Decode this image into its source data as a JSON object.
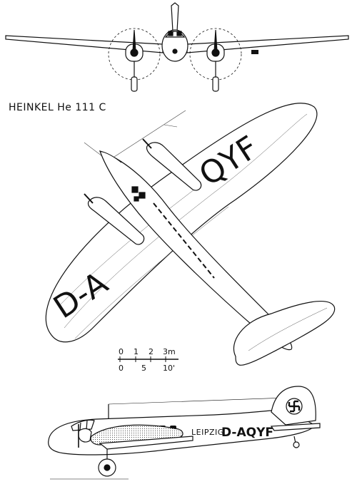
{
  "title": "HEINKEL  He 111 C",
  "registration_top": {
    "left": "D-A",
    "right": "QYF"
  },
  "scale_bar": {
    "metric_ticks": [
      "0",
      "1",
      "2",
      "3m"
    ],
    "imperial_ticks": [
      "0",
      "5",
      "10'"
    ]
  },
  "side_view": {
    "fuselage_text": "LEIPZIG",
    "registration": "D-AQYF"
  },
  "colors": {
    "ink": "#111111",
    "paper": "#ffffff"
  },
  "icons": [
    "swastika-tail-marking-icon"
  ]
}
